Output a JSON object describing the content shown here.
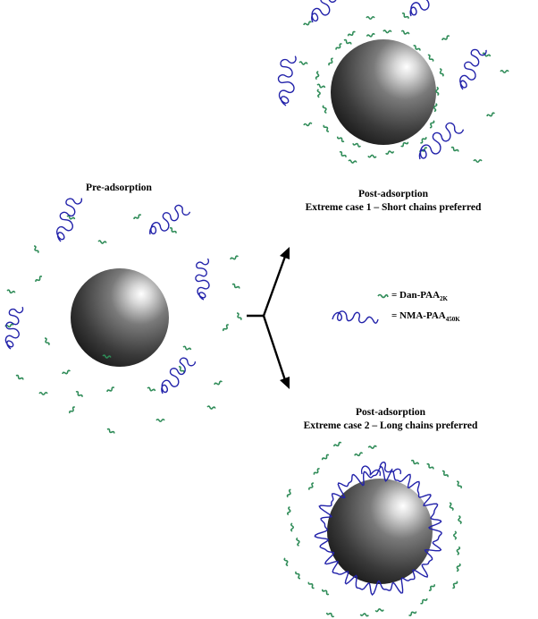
{
  "labels": {
    "pre": "Pre-adsorption",
    "post1_title": "Post-adsorption",
    "post1_case": "Extreme case 1 – Short chains preferred",
    "post2_title": "Post-adsorption",
    "post2_case": "Extreme case 2 – Long chains preferred"
  },
  "legend": {
    "short": {
      "eq": "= ",
      "name": "Dan-PAA",
      "sub": "2K",
      "color": "#2e8b57"
    },
    "long": {
      "eq": "= ",
      "name": "NMA-PAA",
      "sub": "450K",
      "color": "#2222aa"
    }
  },
  "colors": {
    "short_chain": "#2e8b57",
    "long_chain": "#2222aa",
    "arrow": "#000000"
  }
}
